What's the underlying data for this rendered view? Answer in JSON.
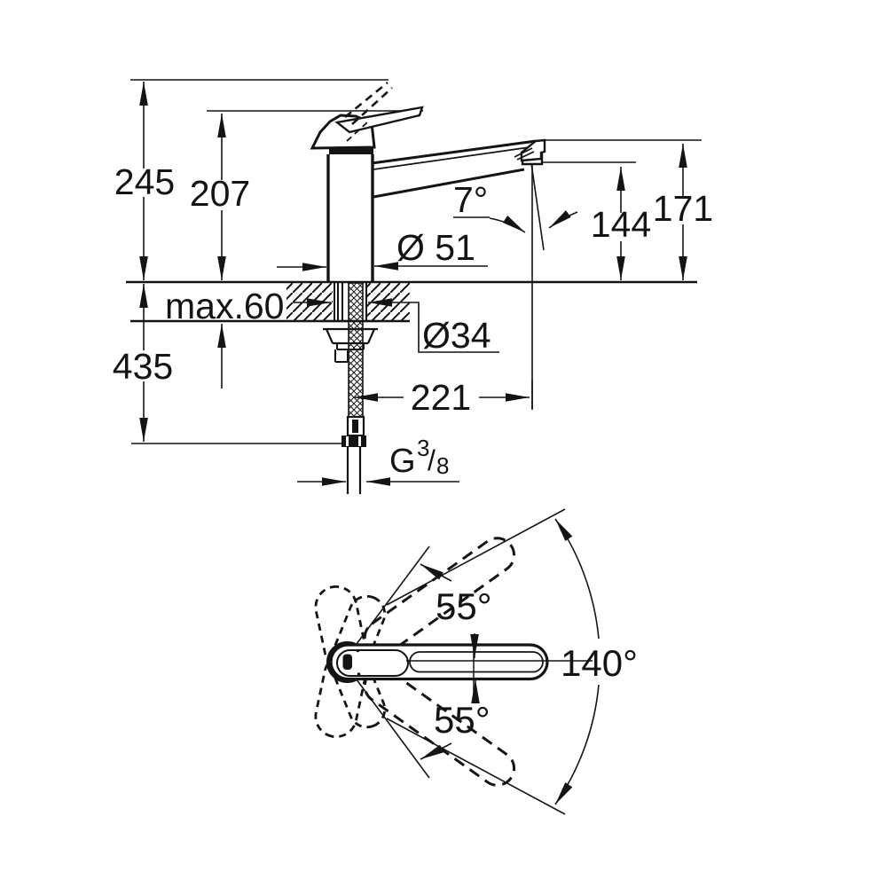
{
  "drawing": {
    "kind": "technical-dimension-diagram",
    "views": {
      "side_view": "faucet side elevation",
      "top_view": "spout swivel range"
    }
  },
  "side_view": {
    "height_total": "245",
    "height_to_lever": "207",
    "depth_below_counter": "435",
    "counter_thickness_max": "max.60",
    "base_diameter": "Ø 51",
    "hole_diameter": "Ø34",
    "spout_tilt_angle": "7°",
    "spout_outlet_height": "144",
    "spout_top_height": "171",
    "spout_reach": "221",
    "thread_letter": "G",
    "thread_numerator": "3",
    "thread_slash": "/",
    "thread_denominator": "8"
  },
  "top_view": {
    "swivel_upper": "55°",
    "swivel_lower": "55°",
    "swivel_total": "140°"
  },
  "colors": {
    "ink": "#141414",
    "paper": "#ffffff"
  }
}
